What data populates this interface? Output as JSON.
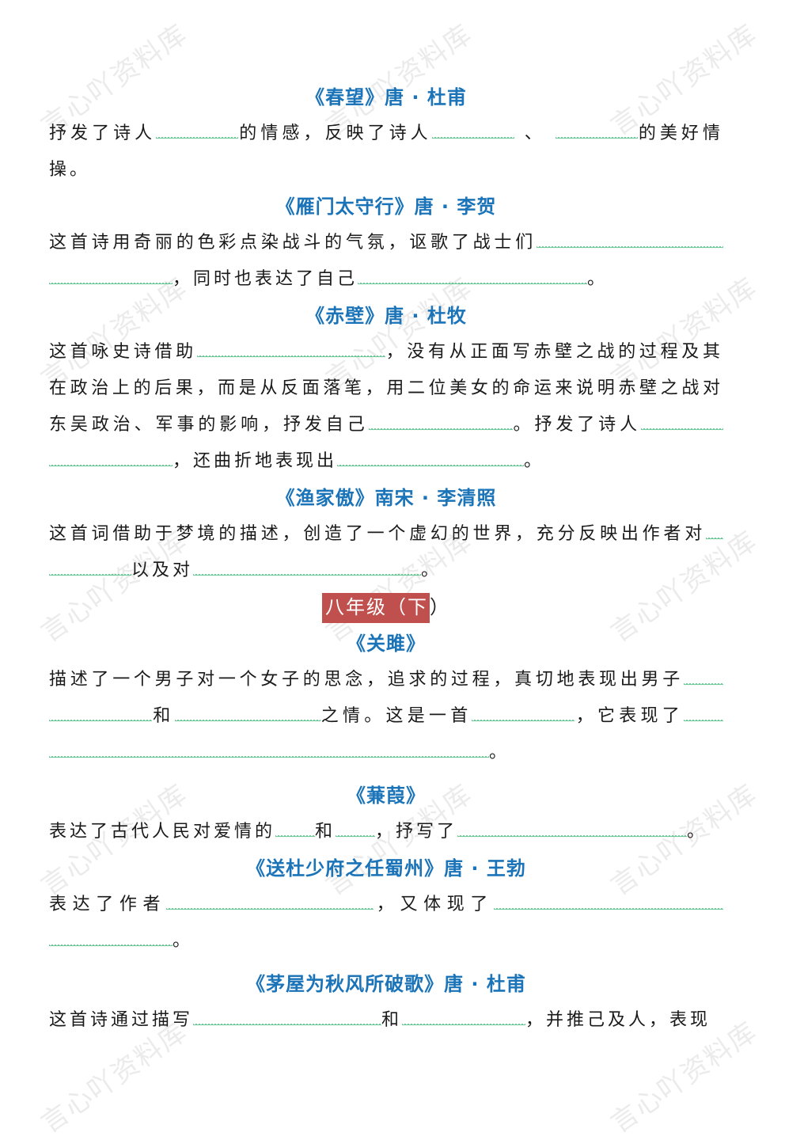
{
  "watermark": "言心吖资料库",
  "colors": {
    "heading": "#1b73b8",
    "blank_underline": "#2db36a",
    "grade_highlight": "#c0504d"
  },
  "sections": [
    {
      "title": "《春望》唐 · 杜甫",
      "parts": [
        "抒发了诗人",
        "的情感，反映了诗人",
        "、",
        "的美好情操。"
      ]
    },
    {
      "title": "《雁门太守行》唐 · 李贺",
      "parts": [
        "这首诗用奇丽的色彩点染战斗的气氛，讴歌了战士们",
        "，同时也表达了自己",
        "。"
      ]
    },
    {
      "title": "《赤壁》唐 · 杜牧",
      "parts": [
        "这首咏史诗借助",
        "，没有从正面写赤壁之战的过程及其在政治上的后果，而是从反面落笔，用二位美女的命运来说明赤壁之战对东吴政治、军事的影响，抒发自己",
        "。抒发了诗人",
        "，还曲折地表现出",
        "。"
      ]
    },
    {
      "title": "《渔家傲》南宋 · 李清照",
      "parts": [
        "这首词借助于梦境的描述，创造了一个虚幻的世界，充分反映出作者对",
        "以及对",
        "。"
      ]
    }
  ],
  "grade": {
    "highlighted": "八年级（下",
    "rest": "）"
  },
  "sections2": [
    {
      "title": "《关雎》",
      "parts": [
        "描述了一个男子对一个女子的思念，追求的过程，真切地表现出男子",
        "和",
        "之情。这是一首",
        "，它表现了",
        "。"
      ]
    },
    {
      "title": "《蒹葭》",
      "parts": [
        "表达了古代人民对爱情的",
        "和",
        "，抒写了",
        "。"
      ]
    },
    {
      "title": "《送杜少府之任蜀州》唐 · 王勃",
      "parts": [
        "表达了作者",
        "，又体现了",
        "。"
      ]
    },
    {
      "title": "《茅屋为秋风所破歌》唐 · 杜甫",
      "parts": [
        "这首诗通过描写",
        "和",
        "，并推己及人，表现"
      ]
    }
  ]
}
